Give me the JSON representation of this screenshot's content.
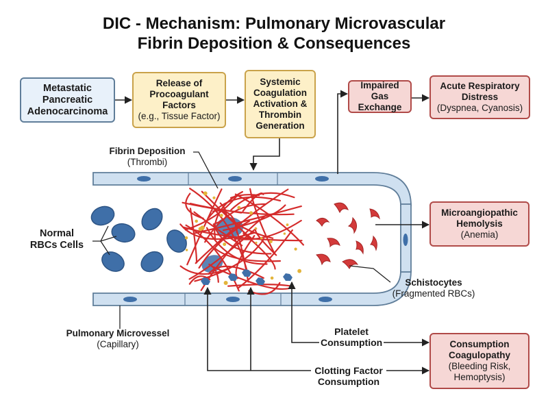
{
  "title": {
    "line1": "DIC - Mechanism: Pulmonary Microvascular",
    "line2": "Fibrin Deposition & Consequences"
  },
  "boxes": {
    "metastatic": {
      "line1": "Metastatic",
      "line2": "Pancreatic",
      "line3": "Adenocarcinoma"
    },
    "release": {
      "line1": "Release of",
      "line2": "Procoagulant",
      "line3": "Factors",
      "sub": "(e.g., Tissue Factor)"
    },
    "systemic": {
      "line1": "Systemic",
      "line2": "Coagulation",
      "line3": "Activation &",
      "line4": "Thrombin",
      "line5": "Generation"
    },
    "impaired": {
      "line1": "Impaired Gas",
      "line2": "Exchange"
    },
    "acute": {
      "line1": "Acute Respiratory",
      "line2": "Distress",
      "sub": "(Dyspnea, Cyanosis)"
    },
    "micro": {
      "line1": "Microangiopathic",
      "line2": "Hemolysis",
      "sub": "(Anemia)"
    },
    "consumption": {
      "line1": "Consumption",
      "line2": "Coagulopathy",
      "sub1": "(Bleeding Risk,",
      "sub2": "Hemoptysis)"
    }
  },
  "labels": {
    "fibrin": {
      "main": "Fibrin Deposition",
      "sub": "(Thrombi)"
    },
    "normal_rbc": {
      "line1": "Normal",
      "line2": "RBCs Cells"
    },
    "schistocytes": {
      "main": "Schistocytes",
      "sub": "(Fragmented RBCs)"
    },
    "microvessel": {
      "main": "Pulmonary Microvessel",
      "sub": "(Capillary)"
    },
    "platelet": {
      "line1": "Platelet",
      "line2": "Consumption"
    },
    "clotting": {
      "line1": "Clotting Factor",
      "line2": "Consumption"
    }
  },
  "colors": {
    "vessel_wall": "#cfe0f0",
    "vessel_outline": "#5f7d99",
    "rbc": "#3f6fa8",
    "fibrin": "#d42b2b",
    "schistocyte": "#d33a3a",
    "platelet": "#e3b43a",
    "arrow": "#222222"
  }
}
